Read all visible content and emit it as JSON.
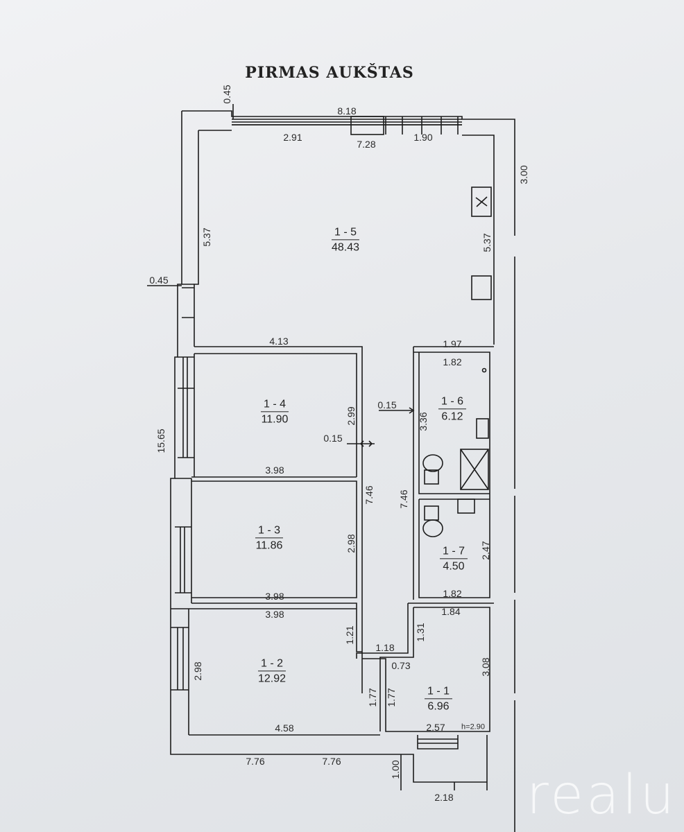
{
  "title": "PIRMAS AUKŠTAS",
  "rooms": [
    {
      "id": "1 - 5",
      "area": "48.43"
    },
    {
      "id": "1 - 4",
      "area": "11.90"
    },
    {
      "id": "1 - 3",
      "area": "11.86"
    },
    {
      "id": "1 - 2",
      "area": "12.92"
    },
    {
      "id": "1 - 6",
      "area": "6.12"
    },
    {
      "id": "1 - 7",
      "area": "4.50"
    },
    {
      "id": "1 - 1",
      "area": "6.96"
    }
  ],
  "dims": {
    "top_045": "0.45",
    "top_818": "8.18",
    "top_291": "2.91",
    "top_728": "7.28",
    "top_190": "1.90",
    "right_300": "3.00",
    "left_537": "5.37",
    "right_537": "5.37",
    "left_045": "0.45",
    "mid_413": "4.13",
    "mid_197": "1.97",
    "r6_182": "1.82",
    "l_1565": "15.65",
    "r4_299": "2.99",
    "r6_015": "0.15",
    "r6_336": "3.36",
    "r4_015": "0.15",
    "r4_398": "3.98",
    "c_746a": "7.46",
    "c_746b": "7.46",
    "r3_298": "2.98",
    "r7_247": "2.47",
    "r3_398": "3.98",
    "r7_182": "1.82",
    "r2_398": "3.98",
    "r1_184": "1.84",
    "c_121": "1.21",
    "c_131": "1.31",
    "c_118": "1.18",
    "r1_073": "0.73",
    "r1_308": "3.08",
    "r2_298": "2.98",
    "c_177a": "1.77",
    "c_177b": "1.77",
    "r2_458": "4.58",
    "r1_257": "2.57",
    "h_290": "h=2.90",
    "b_776a": "7.76",
    "b_776b": "7.76",
    "s_100": "1.00",
    "s_218": "2.18"
  },
  "logo": "realu"
}
